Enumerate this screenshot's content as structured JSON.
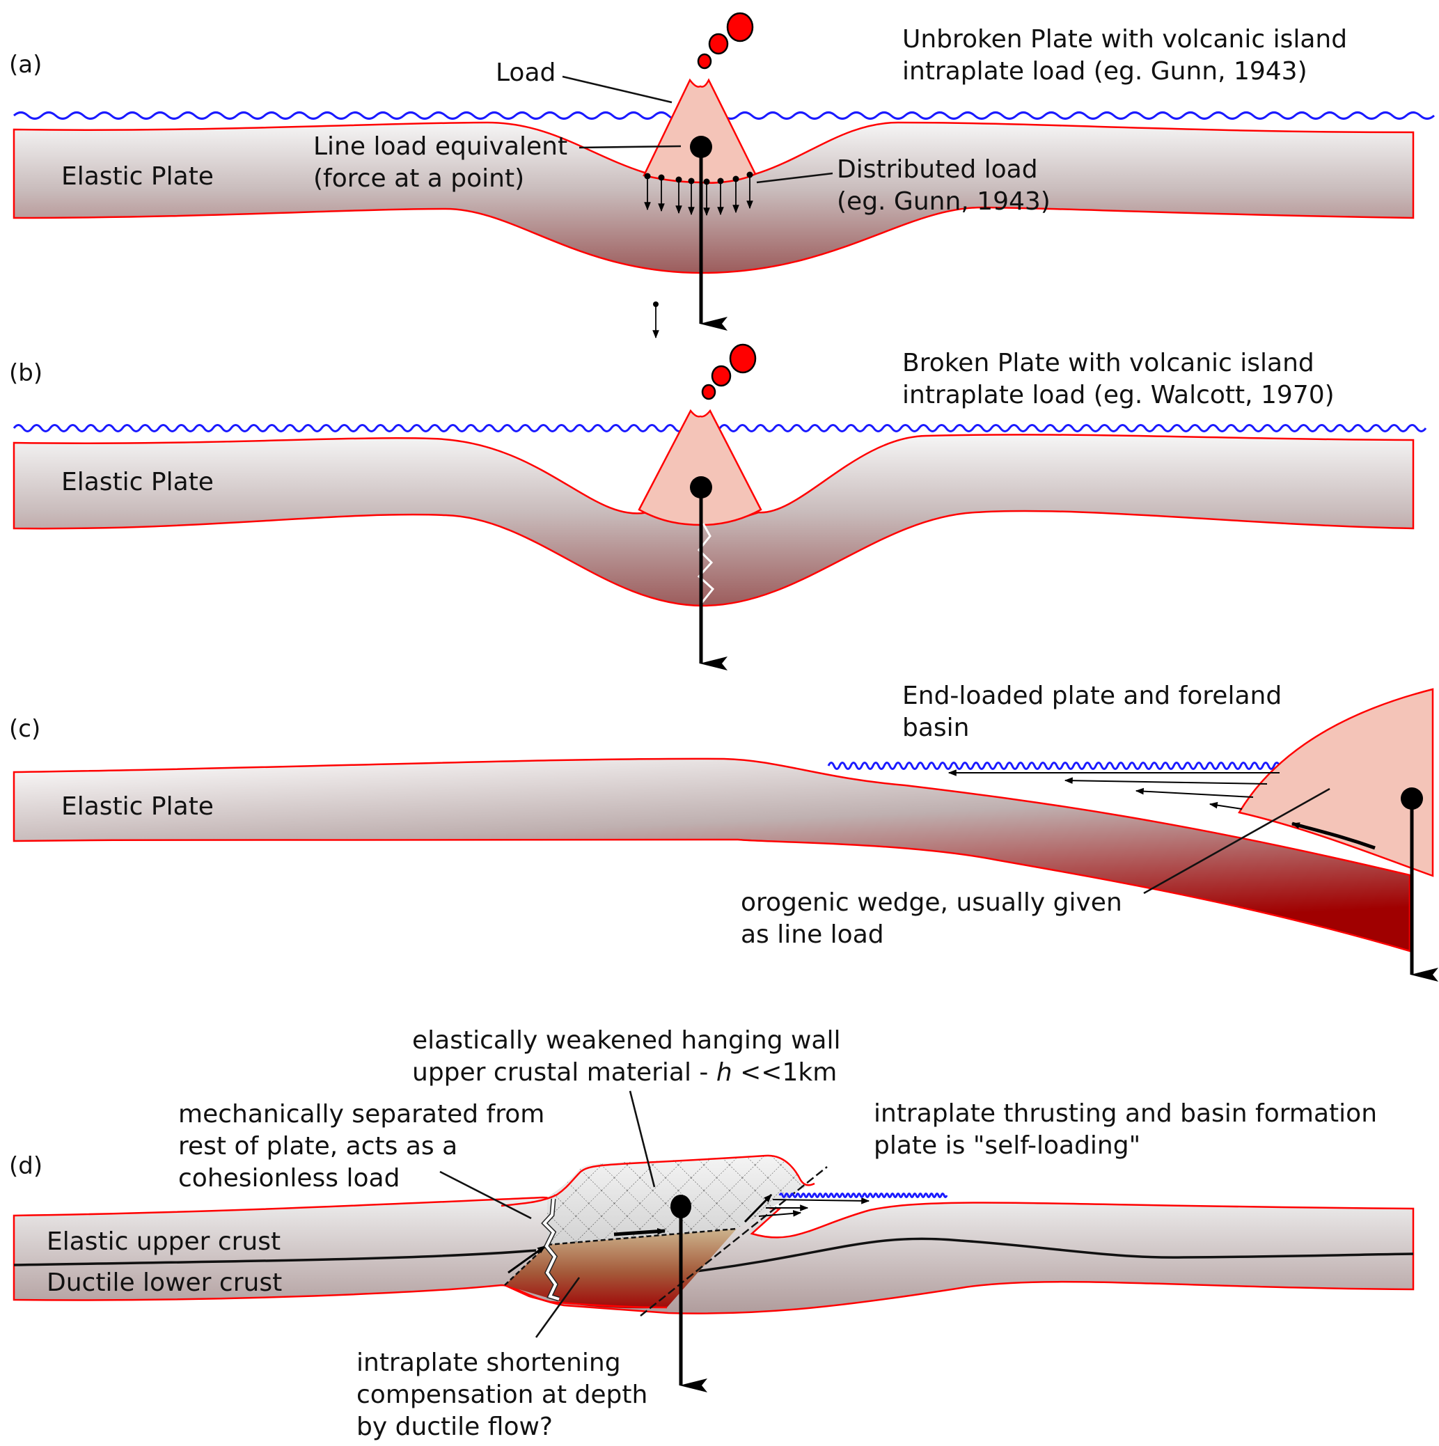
{
  "figure": {
    "colors": {
      "plate_outline": "#ff0000",
      "water": "#1a1aff",
      "load_fill": "#f4c4b8",
      "ash": "#ff0000",
      "plate_top": "#f4f4f4",
      "plate_bottom": "#9e6a6a",
      "lower_crust_top": "#c8b08c",
      "lower_crust_bottom": "#a0100a",
      "arrow": "#000000"
    },
    "panels": [
      {
        "id": "a",
        "tag": "(a)",
        "title_lines": [
          "Unbroken Plate with volcanic island",
          "intraplate load (eg. Gunn, 1943)"
        ],
        "plate_label": "Elastic Plate",
        "annotations": {
          "load": "Load",
          "line_load": [
            "Line load equivalent",
            "(force at a point)"
          ],
          "distributed_load": [
            "Distributed load",
            "(eg. Gunn, 1943)"
          ]
        }
      },
      {
        "id": "b",
        "tag": "(b)",
        "title_lines": [
          "Broken Plate with volcanic island",
          "intraplate load (eg. Walcott, 1970)"
        ],
        "plate_label": "Elastic Plate"
      },
      {
        "id": "c",
        "tag": "(c)",
        "title_lines": [
          "End-loaded plate and foreland",
          "basin"
        ],
        "plate_label": "Elastic Plate",
        "annotations": {
          "wedge": [
            "orogenic wedge, usually given",
            "as line load"
          ]
        }
      },
      {
        "id": "d",
        "tag": "(d)",
        "title_lines": [
          "intraplate thrusting and basin formation",
          "plate is \"self-loading\""
        ],
        "layer_labels": [
          "Elastic upper crust",
          "Ductile lower crust"
        ],
        "annotations": {
          "hanging_wall": [
            "elastically weakened hanging wall",
            "upper crustal material - ",
            "h",
            " <<1km"
          ],
          "separated": [
            "mechanically separated from",
            "rest of plate, acts as a",
            "cohesionless load"
          ],
          "shortening": [
            "intraplate shortening",
            "compensation at depth",
            "by ductile flow?"
          ]
        }
      }
    ]
  }
}
